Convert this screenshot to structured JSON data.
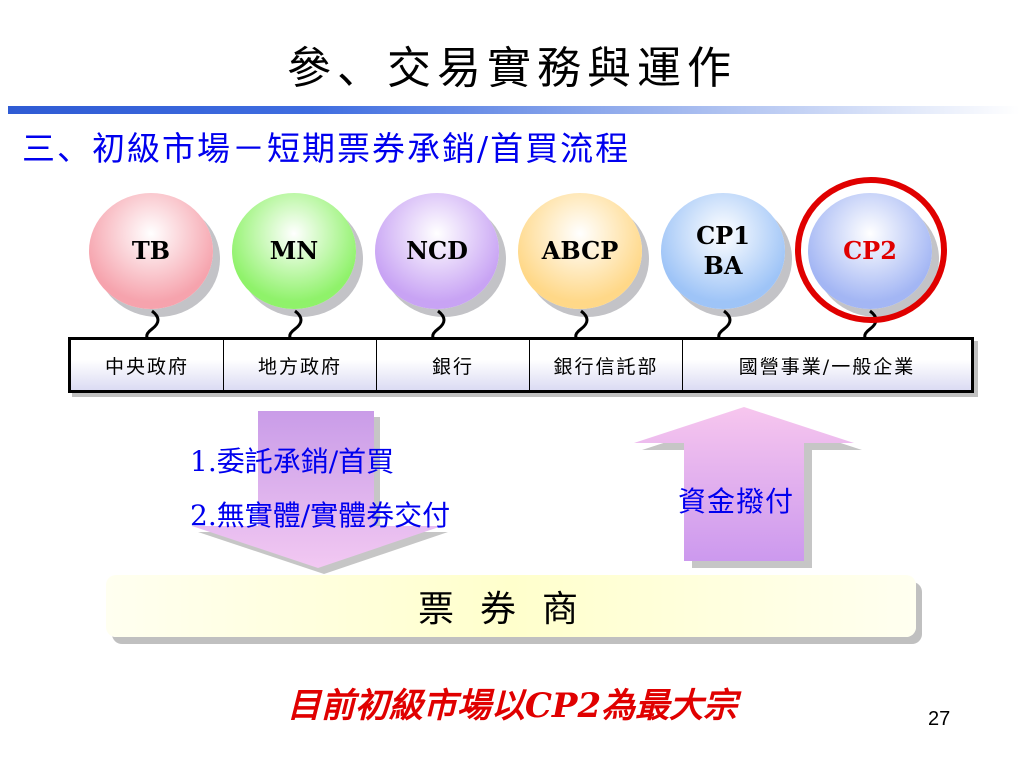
{
  "title": "參、交易實務與運作",
  "subtitle": "三、初級市場－短期票券承銷/首買流程",
  "instruments": [
    {
      "label": "TB",
      "color": "#f6a3ad",
      "text_color": "#000000"
    },
    {
      "label": "MN",
      "color": "#8ff26a",
      "text_color": "#000000"
    },
    {
      "label": "NCD",
      "color": "#c8a3f4",
      "text_color": "#000000"
    },
    {
      "label": "ABCP",
      "color": "#ffd888",
      "text_color": "#000000"
    },
    {
      "label": "CP1",
      "label2": "BA",
      "color": "#9ec4f7",
      "text_color": "#000000"
    },
    {
      "label": "CP2",
      "color": "#a3b6f4",
      "text_color": "#e00000"
    }
  ],
  "highlight_color": "#e00000",
  "issuers": [
    "中央政府",
    "地方政府",
    "銀行",
    "銀行信託部",
    "國營事業/一般企業"
  ],
  "steps": [
    "1.委託承銷/首買",
    "2.無實體/實體券交付"
  ],
  "fund_label": "資金撥付",
  "dealer": "票券商",
  "note": "目前初級市場以CP2為最大宗",
  "page_number": "27"
}
